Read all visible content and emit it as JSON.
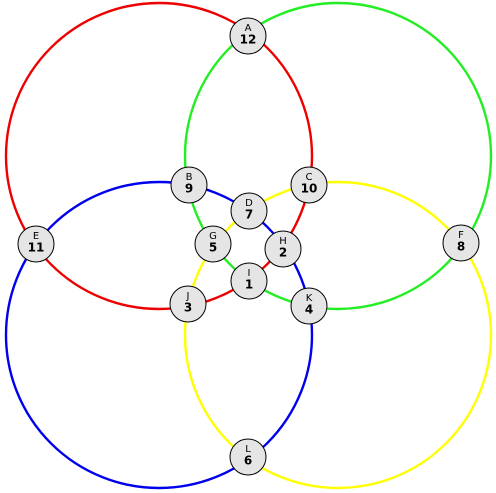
{
  "colors": {
    "background": "#ffffff",
    "node_fill": "#e5e5e5",
    "node_stroke": "#000000"
  },
  "circles": [
    {
      "color": "#ee0000"
    },
    {
      "color": "#22ee22"
    },
    {
      "color": "#0000ee"
    },
    {
      "color": "#ffff00"
    }
  ],
  "nodes": [
    {
      "letter": "A",
      "number": "12"
    },
    {
      "letter": "B",
      "number": "9"
    },
    {
      "letter": "C",
      "number": "10"
    },
    {
      "letter": "D",
      "number": "7"
    },
    {
      "letter": "E",
      "number": "11"
    },
    {
      "letter": "F",
      "number": "8"
    },
    {
      "letter": "G",
      "number": "5"
    },
    {
      "letter": "H",
      "number": "2"
    },
    {
      "letter": "I",
      "number": "1"
    },
    {
      "letter": "J",
      "number": "3"
    },
    {
      "letter": "K",
      "number": "4"
    },
    {
      "letter": "L",
      "number": "6"
    }
  ]
}
